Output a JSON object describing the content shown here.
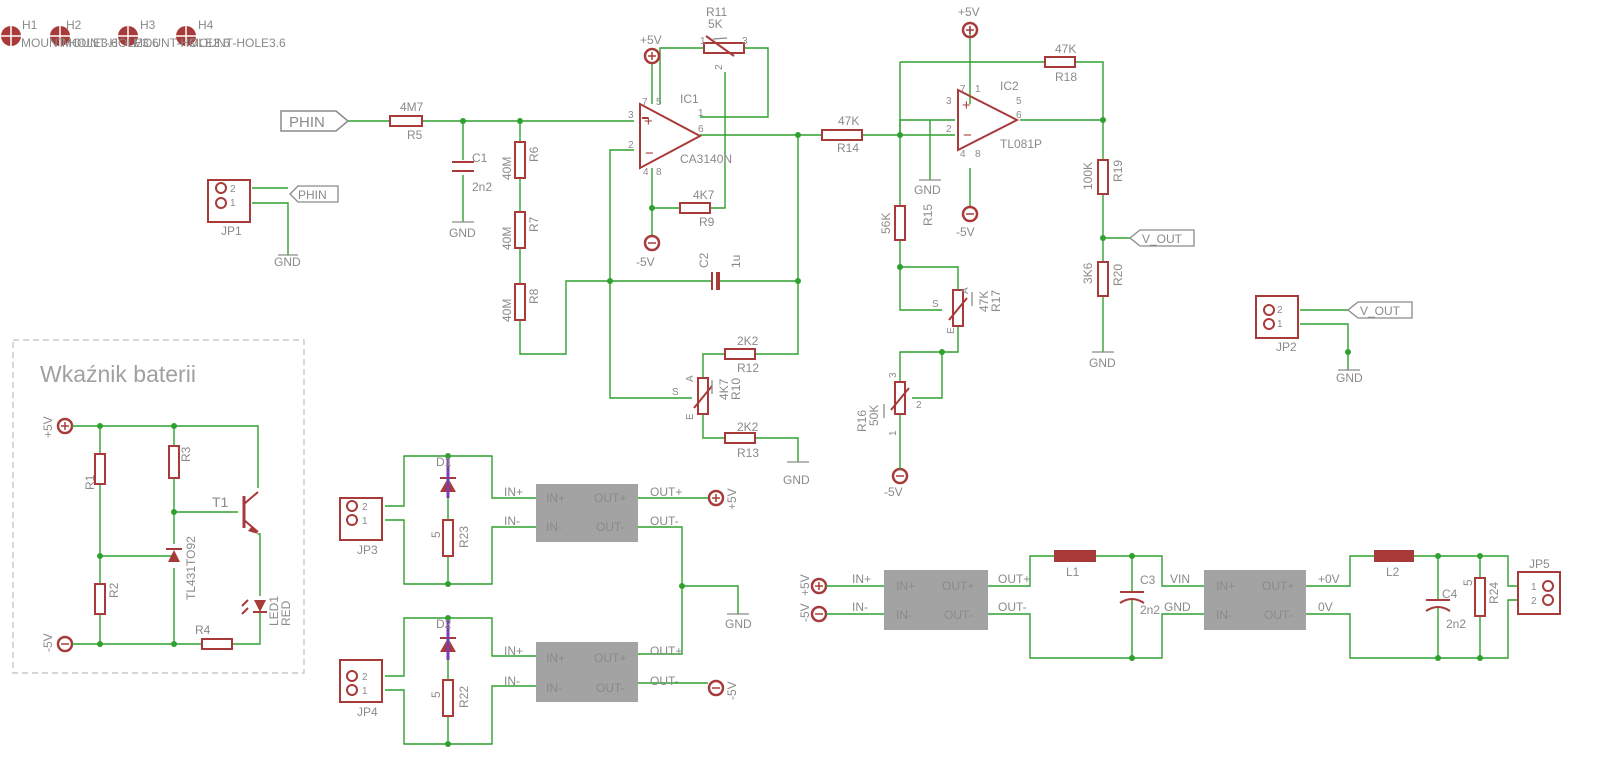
{
  "mount_holes": [
    {
      "name": "H1",
      "value": "MOUNT-HOLE3.6"
    },
    {
      "name": "H2",
      "value": "MOUNT-HOLE3.6"
    },
    {
      "name": "H3",
      "value": "MOUNT-HOLE3.6"
    },
    {
      "name": "H4",
      "value": "MOUNT-HOLE3.6"
    }
  ],
  "nets": {
    "phin": "PHIN",
    "vout": "V_OUT",
    "gnd": "GND",
    "pos5": "+5V",
    "neg5": "-5V"
  },
  "amp1": {
    "name": "IC1",
    "value": "CA3140N",
    "pins": [
      "7",
      "5",
      "1",
      "3",
      "6",
      "2",
      "4",
      "8"
    ]
  },
  "amp2": {
    "name": "IC2",
    "value": "TL081P",
    "pins": [
      "7",
      "1",
      "3",
      "5",
      "2",
      "6",
      "4",
      "8"
    ]
  },
  "resistors": {
    "r5": {
      "name": "R5",
      "value": "4M7"
    },
    "r6": {
      "name": "R6",
      "value": "40M"
    },
    "r7": {
      "name": "R7",
      "value": "40M"
    },
    "r8": {
      "name": "R8",
      "value": "40M"
    },
    "r9": {
      "name": "R9",
      "value": "4K7"
    },
    "r11": {
      "name": "R11",
      "value": "5K"
    },
    "r12": {
      "name": "R12",
      "value": "2K2"
    },
    "r13": {
      "name": "R13",
      "value": "2K2"
    },
    "r14": {
      "name": "R14",
      "value": "47K"
    },
    "r15": {
      "name": "R15",
      "value": "56K"
    },
    "r18": {
      "name": "R18",
      "value": "47K"
    },
    "r19": {
      "name": "R19",
      "value": "100K"
    },
    "r20": {
      "name": "R20",
      "value": "3K6"
    },
    "r10": {
      "name": "R10",
      "value": "4K7"
    },
    "r17": {
      "name": "R17",
      "value": "47K"
    },
    "r16": {
      "name": "R16",
      "value": "50K"
    },
    "r22": {
      "name": "R22",
      "value": "5"
    },
    "r23": {
      "name": "R23",
      "value": "5"
    },
    "r24": {
      "name": "R24",
      "value": "5"
    },
    "r1": {
      "name": "R1"
    },
    "r2": {
      "name": "R2"
    },
    "r3": {
      "name": "R3"
    },
    "r4": {
      "name": "R4"
    }
  },
  "pot_pins": {
    "s": "S",
    "a": "A",
    "e": "E",
    "p1": "1",
    "p2": "2",
    "p3": "3"
  },
  "capacitors": {
    "c1": {
      "name": "C1",
      "value": "2n2"
    },
    "c2": {
      "name": "C2",
      "value": "1u"
    },
    "c3": {
      "name": "C3",
      "value": "2n2"
    },
    "c4": {
      "name": "C4",
      "value": "2n2"
    }
  },
  "inductors": {
    "l1": "L1",
    "l2": "L2"
  },
  "diodes": {
    "d1": "D1",
    "d2": "D2"
  },
  "connectors": {
    "jp1": "JP1",
    "jp2": "JP2",
    "jp3": "JP3",
    "jp4": "JP4",
    "jp5": "JP5",
    "pin1": "1",
    "pin2": "2"
  },
  "battery_box": {
    "title": "Wkaźnik baterii",
    "transistor": "T1",
    "reference": "TL431TO92",
    "led_name": "LED1",
    "led_value": "RED"
  },
  "converter_labels": {
    "in_plus": "IN+",
    "in_minus": "IN-",
    "out_plus": "OUT+",
    "out_minus": "OUT-",
    "vin": "VIN",
    "gnd": "GND",
    "plus0v": "+0V",
    "zero_v": "0V"
  }
}
